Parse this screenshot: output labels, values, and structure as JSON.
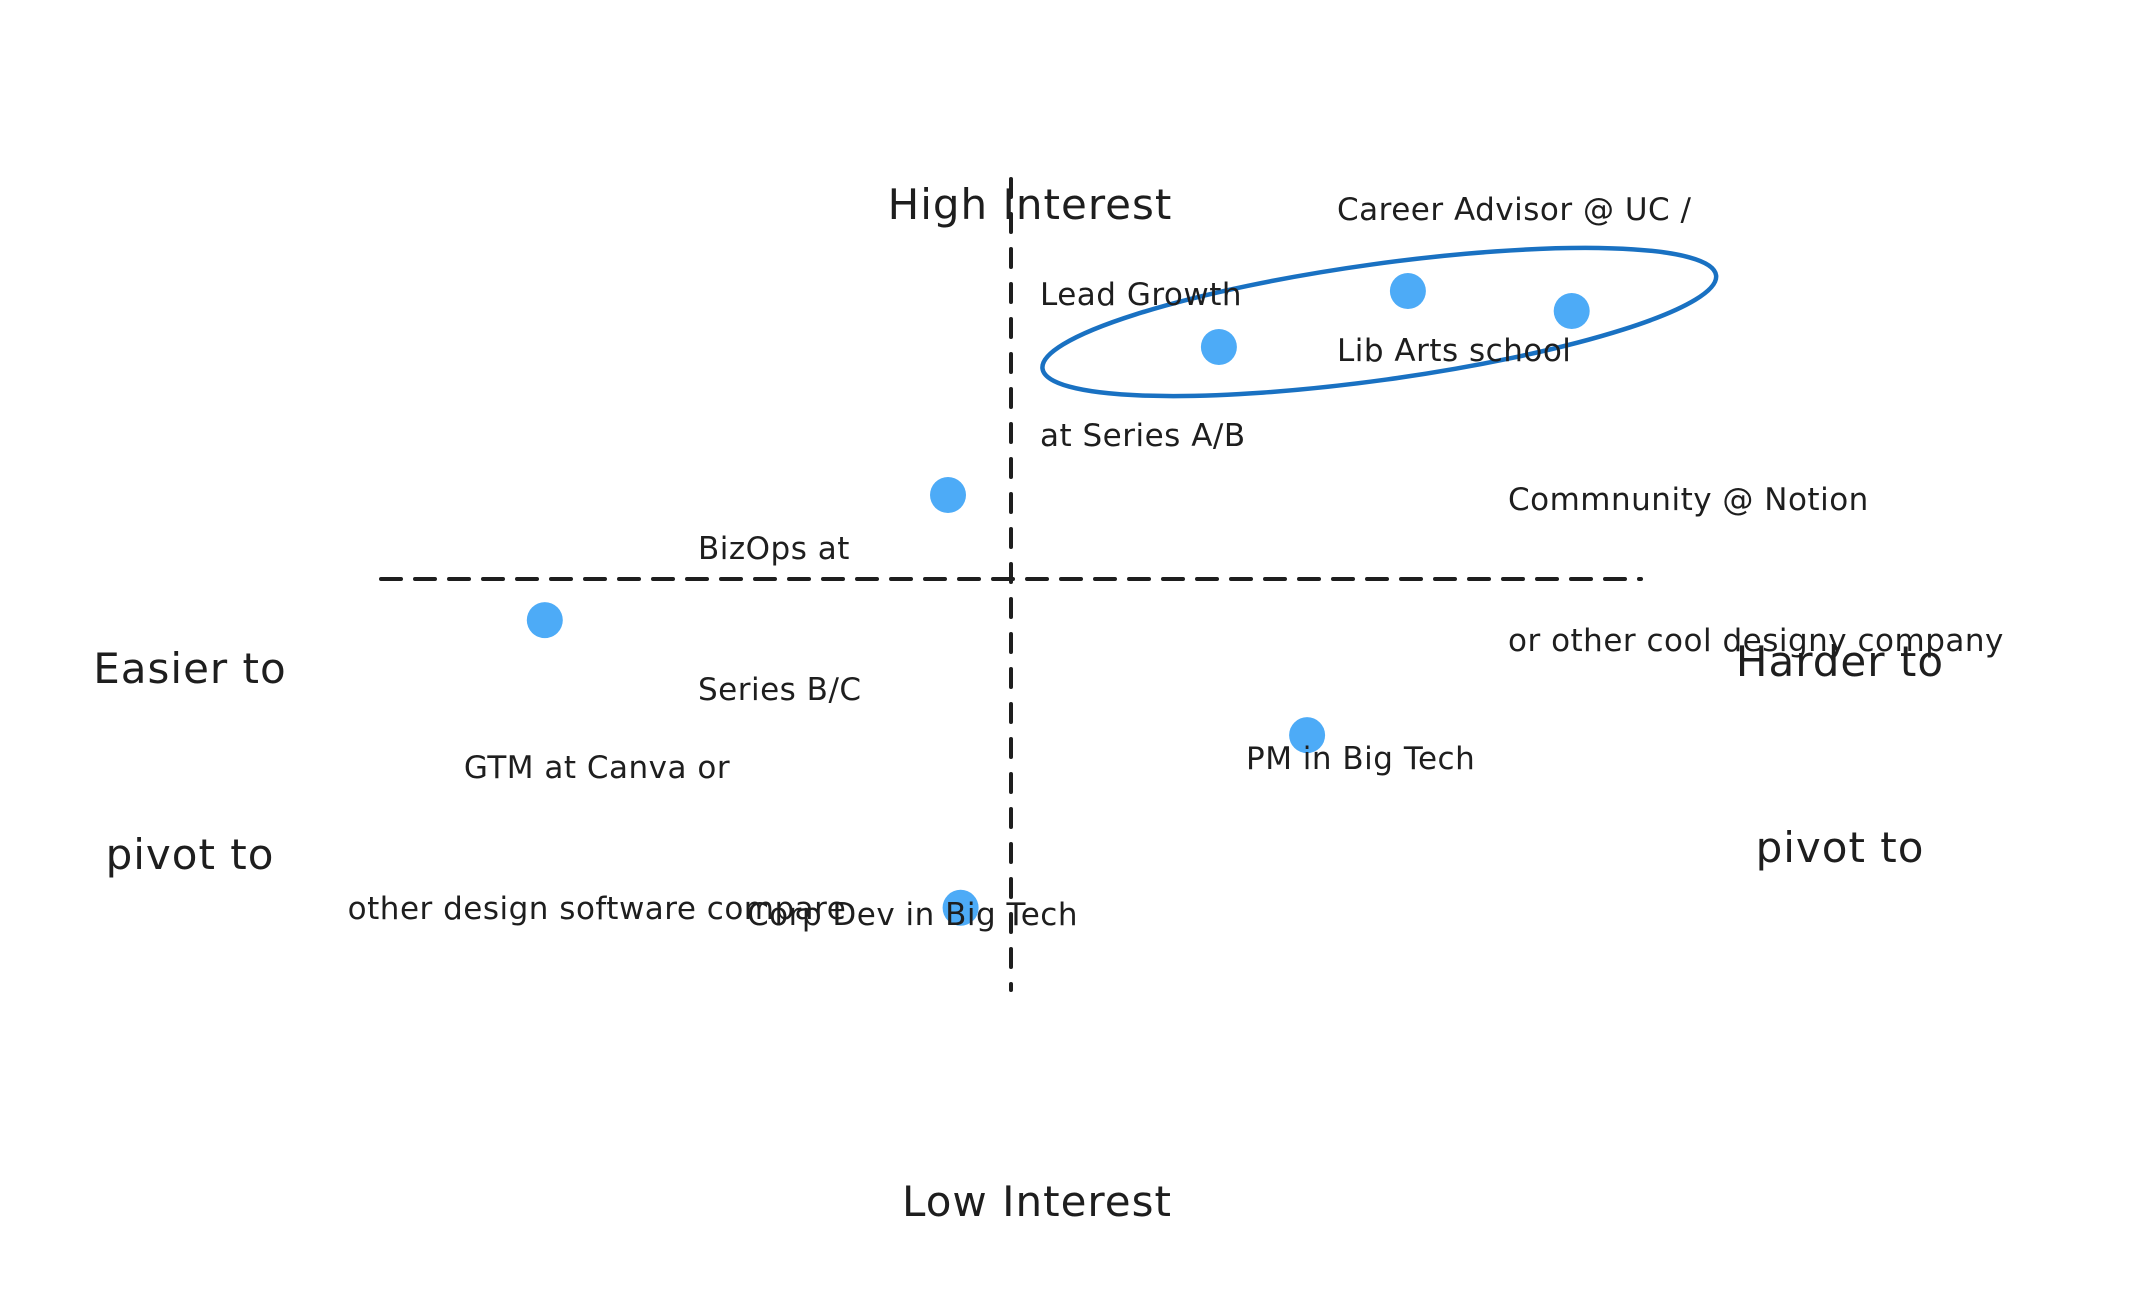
{
  "colors": {
    "background": "#ffffff",
    "ink": "#1e1e1e",
    "point": "#4dabf7",
    "highlight_stroke": "#1971c2"
  },
  "axes": {
    "top": "High Interest",
    "bottom": "Low Interest",
    "left": [
      "Easier to",
      "pivot to"
    ],
    "right": [
      "Harder to",
      "pivot to"
    ],
    "style": "dashed"
  },
  "chart_data": {
    "type": "scatter",
    "title": "",
    "xlabel_low": "Easier to pivot to",
    "xlabel_high": "Harder to pivot to",
    "ylabel_low": "Low Interest",
    "ylabel_high": "High Interest",
    "xlim": [
      -1,
      1
    ],
    "ylim": [
      -1,
      1
    ],
    "grid": false,
    "points": [
      {
        "id": "lead-growth",
        "label": [
          "Lead Growth",
          "at Series A/B"
        ],
        "x": 0.33,
        "y": 0.58,
        "highlighted": true
      },
      {
        "id": "career-advisor",
        "label": [
          "Career Advisor @ UC /",
          "Lib Arts school"
        ],
        "x": 0.63,
        "y": 0.72,
        "highlighted": true
      },
      {
        "id": "community-notion",
        "label": [
          "Commnunity @ Notion",
          "or other cool designy company"
        ],
        "x": 0.89,
        "y": 0.67,
        "highlighted": true
      },
      {
        "id": "bizops",
        "label": [
          "BizOps at",
          "Series B/C"
        ],
        "x": -0.1,
        "y": 0.21,
        "highlighted": false
      },
      {
        "id": "gtm-canva",
        "label": [
          "GTM at Canva or",
          "other design software compare"
        ],
        "x": -0.74,
        "y": -0.1,
        "highlighted": false
      },
      {
        "id": "pm-big-tech",
        "label": [
          "PM in Big Tech"
        ],
        "x": 0.47,
        "y": -0.38,
        "highlighted": false
      },
      {
        "id": "corp-dev-big-tech",
        "label": [
          "Corp Dev in Big Tech"
        ],
        "x": -0.08,
        "y": -0.8,
        "highlighted": false
      }
    ],
    "highlight_group": [
      "lead-growth",
      "career-advisor",
      "community-notion"
    ]
  }
}
